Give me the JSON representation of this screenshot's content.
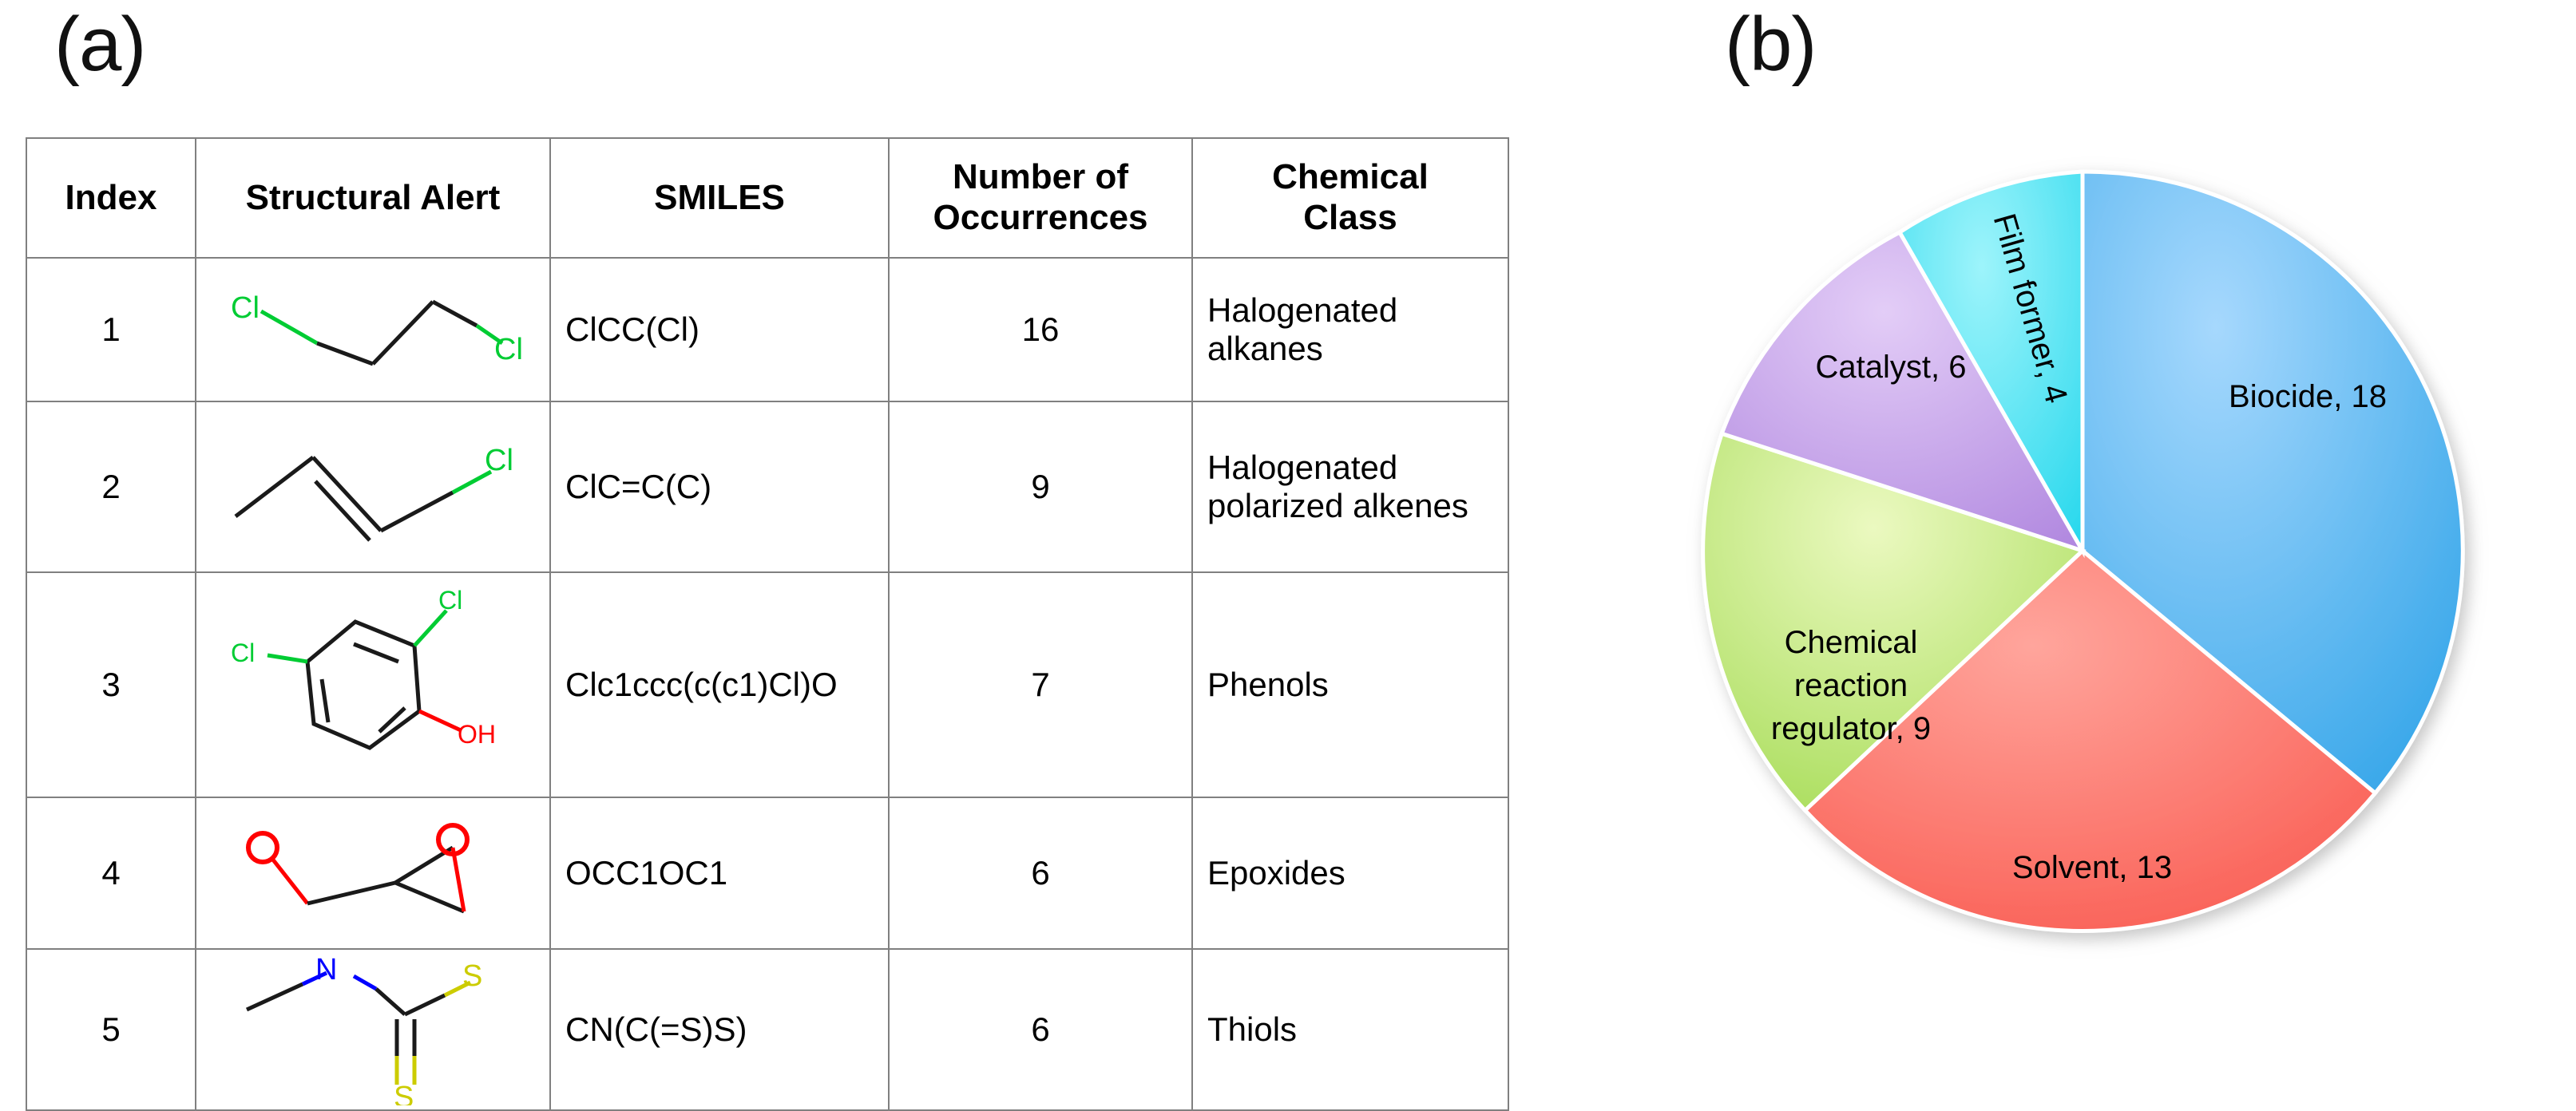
{
  "panels": {
    "a_label": "(a)",
    "b_label": "(b)"
  },
  "table": {
    "headers": {
      "index": "Index",
      "structural_alert": "Structural Alert",
      "smiles": "SMILES",
      "occurrences_line1": "Number of",
      "occurrences_line2": "Occurrences",
      "chemical_class_line1": "Chemical",
      "chemical_class_line2": "Class"
    },
    "rows": [
      {
        "index": "1",
        "structure_name": "1,3-dichloropropane-skeletal-structure",
        "smiles": "ClCC(Cl)",
        "occurrences": "16",
        "chemical_class": "Halogenated alkanes"
      },
      {
        "index": "2",
        "structure_name": "chloro-alkene-skeletal-structure",
        "smiles": "ClC=C(C)",
        "occurrences": "9",
        "chemical_class": "Halogenated polarized alkenes"
      },
      {
        "index": "3",
        "structure_name": "dichlorophenol-skeletal-structure",
        "smiles": "Clc1ccc(c(c1)Cl)O",
        "occurrences": "7",
        "chemical_class": "Phenols"
      },
      {
        "index": "4",
        "structure_name": "glycidyl-ether-epoxide-skeletal-structure",
        "smiles": "OCC1OC1",
        "occurrences": "6",
        "chemical_class": "Epoxides"
      },
      {
        "index": "5",
        "structure_name": "dithiocarbamate-skeletal-structure",
        "smiles": "CN(C(=S)S)",
        "occurrences": "6",
        "chemical_class": "Thiols"
      }
    ],
    "atom_label_colors": {
      "chlorine": "#00CC33",
      "oxygen": "#FF0000",
      "nitrogen": "#0000FF",
      "sulfur": "#CCCC00",
      "carbon_bond": "#1A1A1A"
    }
  },
  "chart_data": {
    "type": "pie",
    "title": "",
    "legend_position": "inside-slices",
    "label_format": "name, value",
    "total": 50,
    "categories": [
      "Biocide",
      "Solvent",
      "Chemical reaction regulator",
      "Catalyst",
      "Film former"
    ],
    "values": [
      18,
      13,
      9,
      6,
      4
    ],
    "labels": [
      "Biocide, 18",
      "Solvent, 13",
      "Chemical reaction regulator, 9",
      "Catalyst, 6",
      "Film former, 4"
    ],
    "colors": [
      "#7CC4FB",
      "#FF7068",
      "#D5F49C",
      "#D4B5F0",
      "#5FE8F5"
    ],
    "label_lines": {
      "biocide": [
        "Biocide, 18"
      ],
      "solvent": [
        "Solvent, 13"
      ],
      "chemical_reaction_regulator": [
        "Chemical",
        "reaction",
        "regulator, 9"
      ],
      "catalyst": [
        "Catalyst, 6"
      ],
      "film_former": [
        "Film former, 4"
      ]
    }
  }
}
